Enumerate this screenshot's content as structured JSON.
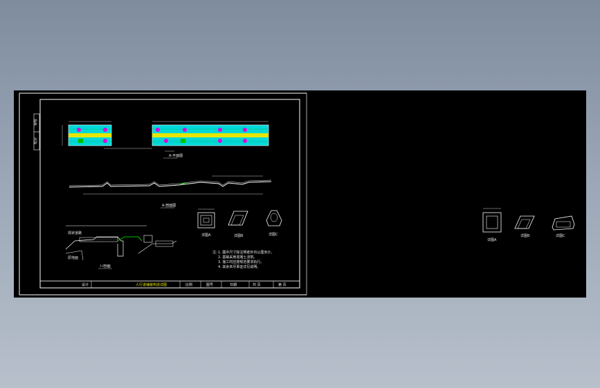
{
  "colors": {
    "background_top": "#7f8c9e",
    "background_bottom": "#b7c0cb",
    "canvas": "#000000",
    "frame": "#ffffff",
    "band_cyan": "#00e5e5",
    "band_yellow": "#e6e600",
    "markers": "#e000e0",
    "green": "#00c000"
  },
  "drawing": {
    "plan_view_label": "A-平面图",
    "profile_label": "A-剖面图",
    "section_label": "I-I剖面",
    "detail_label_1": "详图A",
    "detail_label_2": "详图B",
    "detail_label_3": "详图C",
    "right_detail_label_1": "详图A",
    "right_detail_label_2": "详图B",
    "right_detail_label_3": "详图C",
    "notes_title": "注：",
    "notes": [
      "1. 图中尺寸除注明者外均以厘米计。",
      "2. 基础采用混凝土浇筑。",
      "3. 施工时应按规范要求执行。",
      "4. 其余未尽事宜详见说明。"
    ],
    "title_block": {
      "cell_1": "设计",
      "cell_2": "人行道铺装构造详图",
      "cell_3": "比例",
      "cell_4": "图号",
      "cell_5": "日期",
      "cell_6": "共 页",
      "cell_7": "第 页"
    },
    "side_table": {
      "cell_1": "审核",
      "cell_2": "校对"
    }
  }
}
